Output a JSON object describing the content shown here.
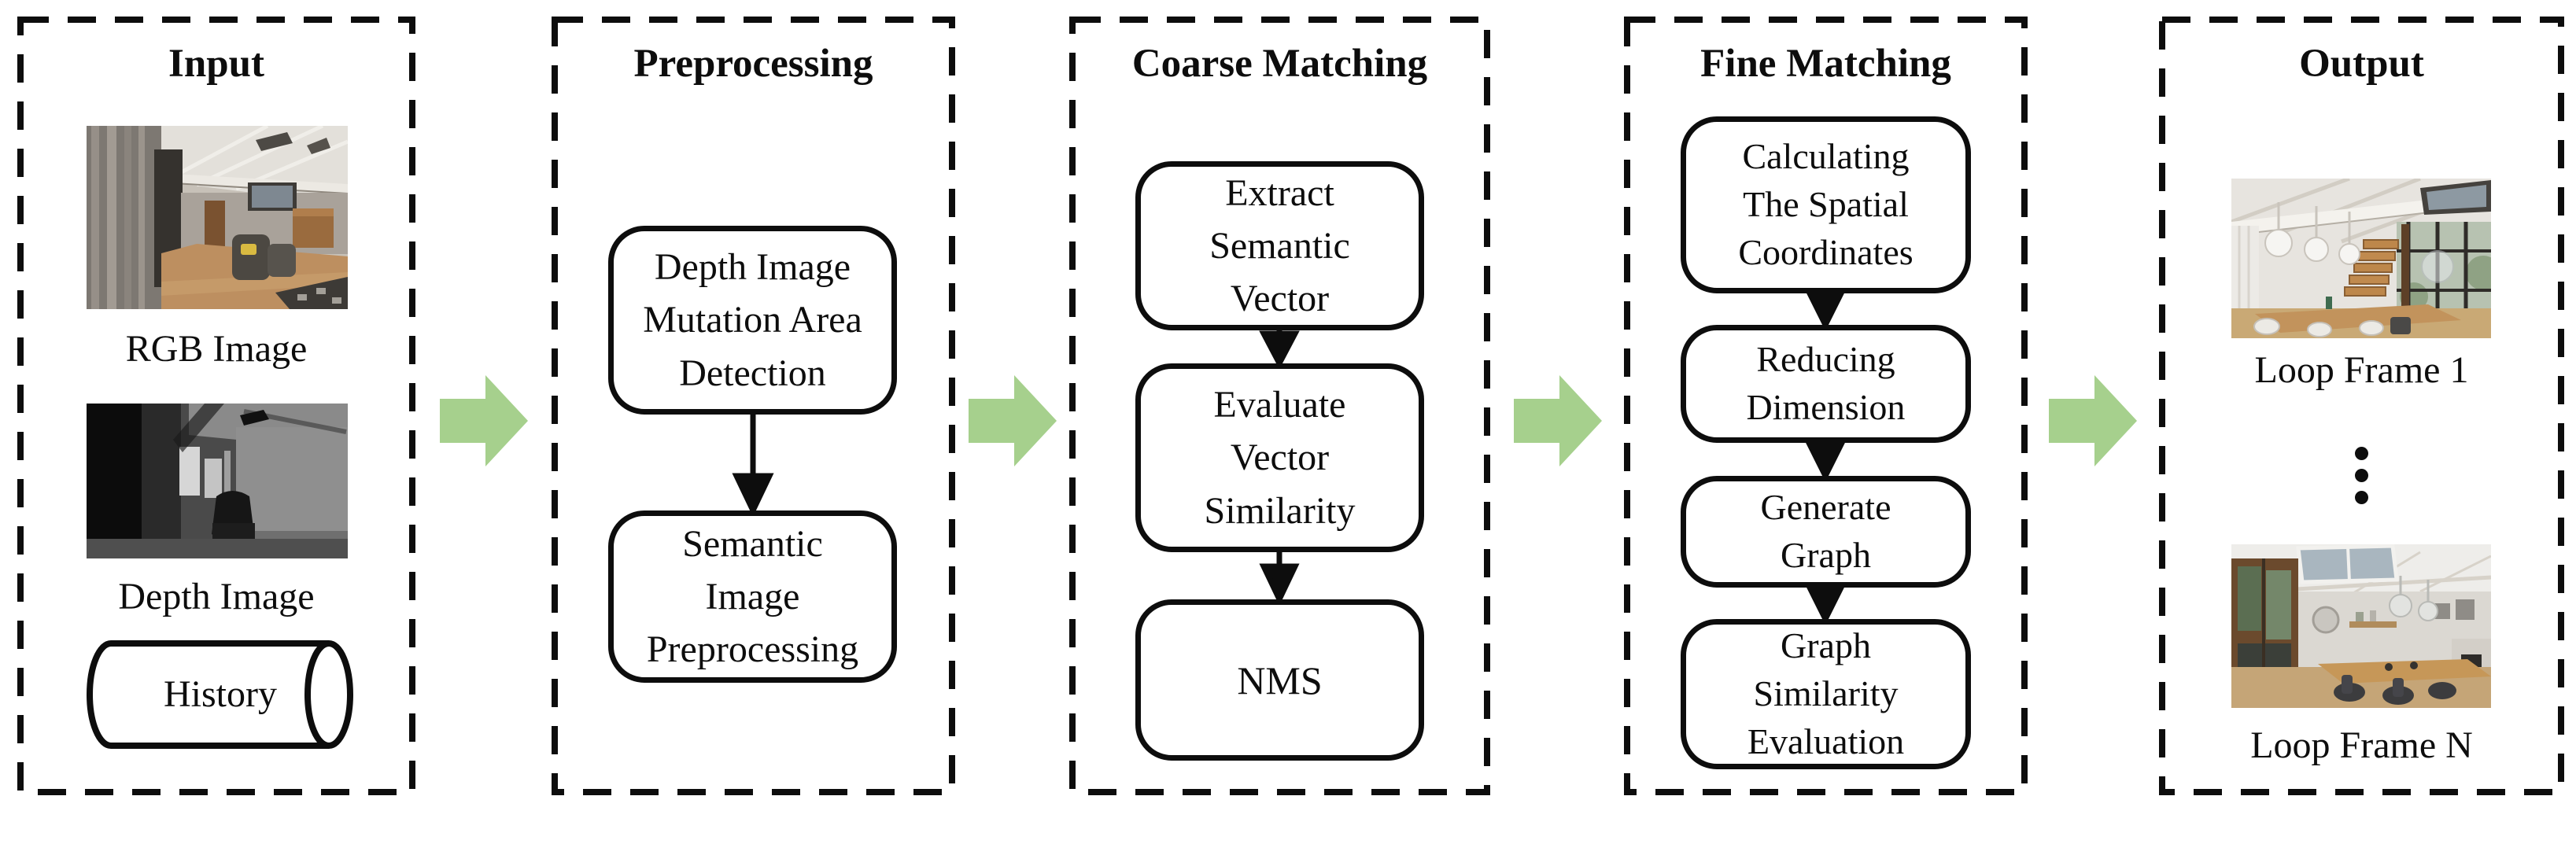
{
  "figure": {
    "kind": "loop-closure-pipeline-flow-diagram"
  },
  "input": {
    "title": "Input",
    "rgb_label": "RGB Image",
    "depth_label": "Depth Image",
    "history_label": "History"
  },
  "preprocessing": {
    "title": "Preprocessing",
    "boxes": {
      "b1": "Depth Image\nMutation Area\nDetection",
      "b2": "Semantic\nImage\nPreprocessing"
    }
  },
  "coarse": {
    "title": "Coarse Matching",
    "boxes": {
      "b1": "Extract\nSemantic\nVector",
      "b2": "Evaluate\nVector\nSimilarity",
      "b3": "NMS"
    }
  },
  "fine": {
    "title": "Fine Matching",
    "boxes": {
      "b1": "Calculating\nThe Spatial\nCoordinates",
      "b2": "Reducing\nDimension",
      "b3": "Generate\nGraph",
      "b4": "Graph\nSimilarity\nEvaluation"
    }
  },
  "output": {
    "title": "Output",
    "frame1_label": "Loop Frame 1",
    "frameN_label": "Loop Frame N"
  },
  "icons": {
    "stage_arrow": "right-block-arrow",
    "step_arrow": "down-arrow",
    "vertical_ellipsis": "⋮"
  },
  "colors": {
    "stage_arrow_green": "#a6d08d",
    "line_black": "#0d0d0d",
    "background": "#ffffff"
  }
}
